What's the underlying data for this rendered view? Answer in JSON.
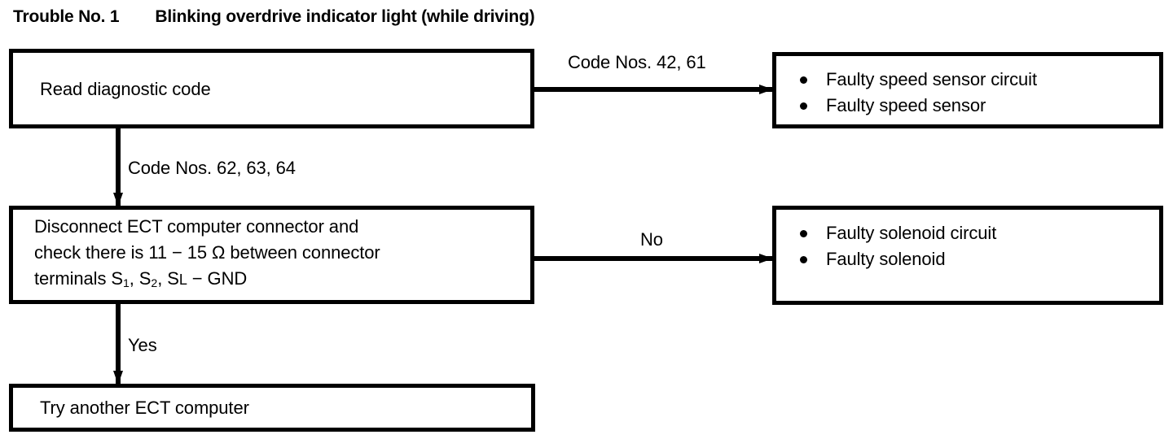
{
  "title": {
    "label": "Trouble No. 1",
    "text": "Blinking overdrive indicator light (while driving)"
  },
  "nodes": {
    "read_code": {
      "text": "Read diagnostic code"
    },
    "speed_sensor_result": {
      "bullets": [
        "Faulty speed sensor circuit",
        "Faulty speed sensor"
      ]
    },
    "disconnect_ect": {
      "line1": "Disconnect ECT computer connector and",
      "line2_a": "check there is 11 − 15 ",
      "line2_omega": "Ω",
      "line2_b": " between connector",
      "line3_a": "terminals S",
      "line3_sub1": "1",
      "line3_b": ", S",
      "line3_sub2": "2",
      "line3_c": ", S",
      "line3_l": "L",
      "line3_d": " − GND"
    },
    "solenoid_result": {
      "bullets": [
        "Faulty solenoid circuit",
        "Faulty solenoid"
      ]
    },
    "try_another": {
      "text": "Try another ECT computer"
    }
  },
  "edges": {
    "code_42_61": "Code Nos. 42, 61",
    "code_62_63_64": "Code Nos. 62, 63, 64",
    "no": "No",
    "yes": "Yes"
  },
  "colors": {
    "ink": "#000000",
    "paper": "#ffffff"
  }
}
